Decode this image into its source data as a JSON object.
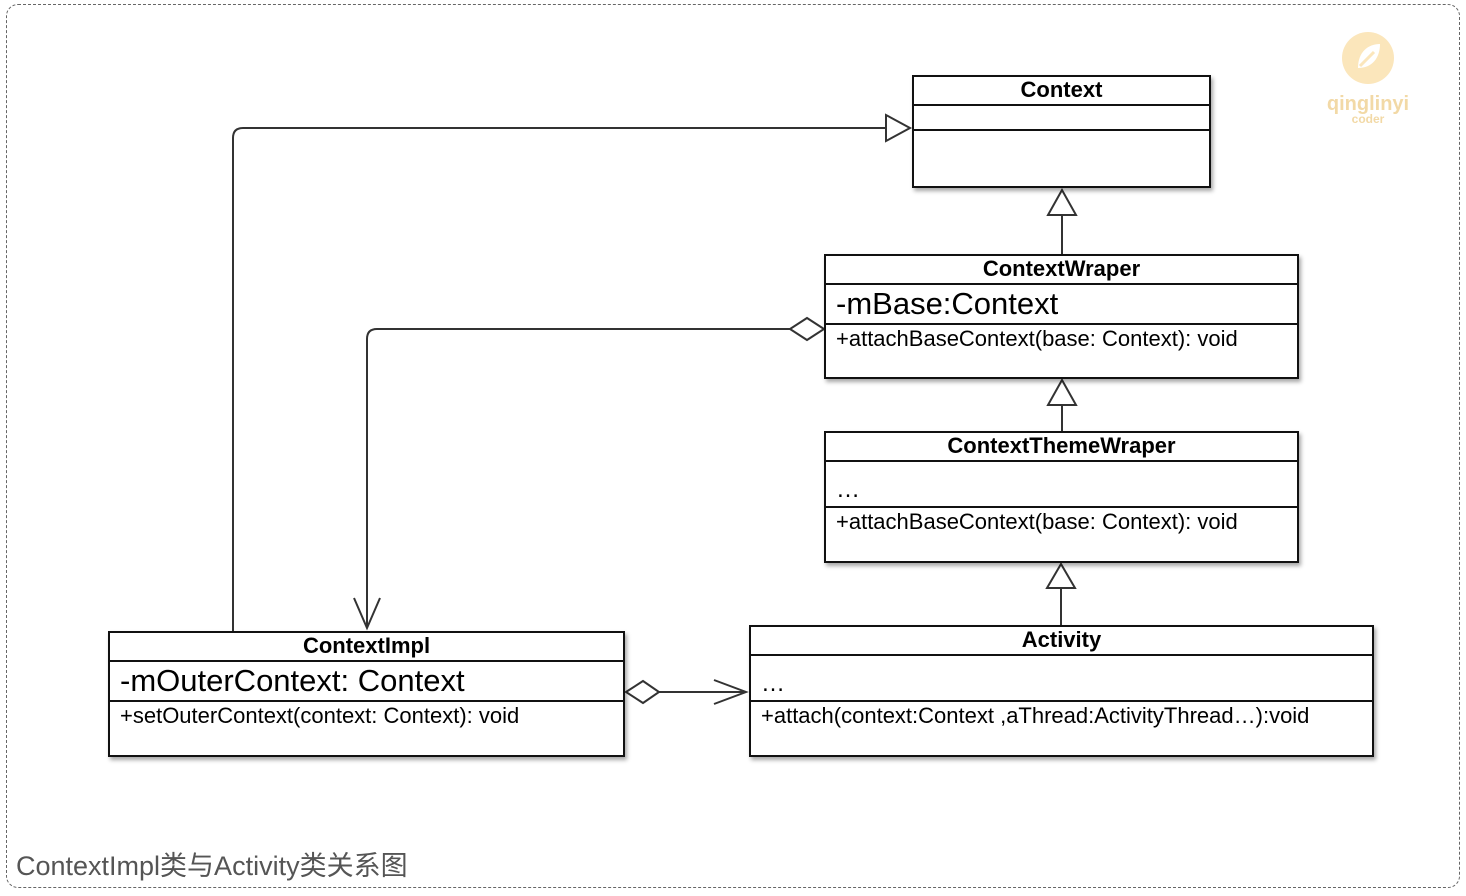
{
  "caption": "ContextImpl类与Activity类关系图",
  "watermark": {
    "word": "qinglinyi",
    "sub": "coder",
    "color": "#f2d9a6"
  },
  "classes": {
    "context": {
      "name": "Context",
      "attributes": "",
      "operations": ""
    },
    "context_wrapper": {
      "name": "ContextWraper",
      "attributes": "-mBase:Context",
      "operations": "+attachBaseContext(base: Context): void"
    },
    "context_theme_wrapper": {
      "name": "ContextThemeWraper",
      "attributes": "…",
      "operations": "+attachBaseContext(base: Context): void"
    },
    "context_impl": {
      "name": "ContextImpl",
      "attributes": "-mOuterContext: Context",
      "operations": "+setOuterContext(context: Context): void"
    },
    "activity": {
      "name": "Activity",
      "attributes": "…",
      "operations": "+attach(context:Context ,aThread:ActivityThread…):void"
    }
  }
}
